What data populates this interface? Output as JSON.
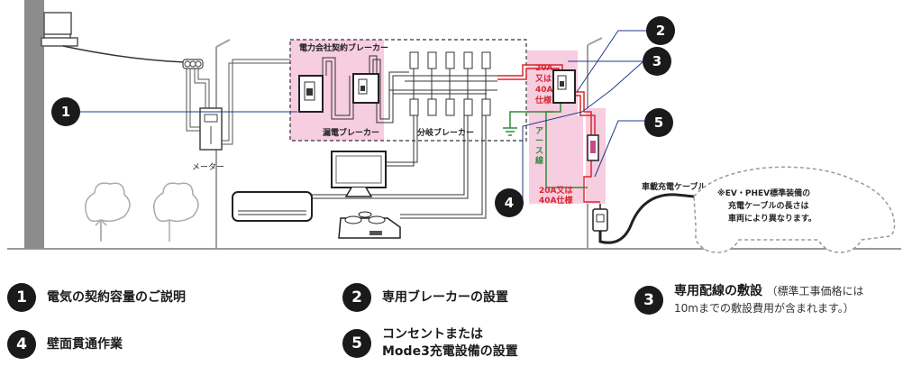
{
  "diagram": {
    "labels": {
      "contract_breaker": "電力会社契約ブレーカー",
      "leakage_breaker": "漏電ブレーカー",
      "branch_breaker": "分岐ブレーカー",
      "meter": "メーター",
      "spec_top": [
        "20A",
        "又は",
        "40A",
        "仕様"
      ],
      "spec_bottom": [
        "20A又は",
        "40A仕様"
      ],
      "earth_wire": [
        "ア",
        "ー",
        "ス",
        "線"
      ],
      "vehicle_cable": "車載充電ケーブル",
      "note_lines": [
        "※EV・PHEV標準装備の",
        "充電ケーブルの長さは",
        "車両により異なります。"
      ]
    },
    "badges": [
      "1",
      "2",
      "3",
      "4",
      "5"
    ]
  },
  "legend": [
    {
      "num": "1",
      "text": "電気の契約容量のご説明",
      "note": ""
    },
    {
      "num": "2",
      "text": "専用ブレーカーの設置",
      "note": ""
    },
    {
      "num": "3",
      "text": "専用配線の敷設",
      "note": "（標準工事価格には",
      "note2": "10mまでの敷設費用が含まれます。）"
    },
    {
      "num": "4",
      "text": "壁面貫通作業",
      "note": ""
    },
    {
      "num": "5",
      "text": "コンセントまたは",
      "text2": "Mode3充電設備の設置",
      "note": ""
    }
  ],
  "colors": {
    "pink": "#f7cde0",
    "red": "#d8262e",
    "green": "#2e8b3a",
    "navy": "#1f3a8a",
    "dark": "#1a1a1a",
    "gray": "#8a8a8a"
  }
}
